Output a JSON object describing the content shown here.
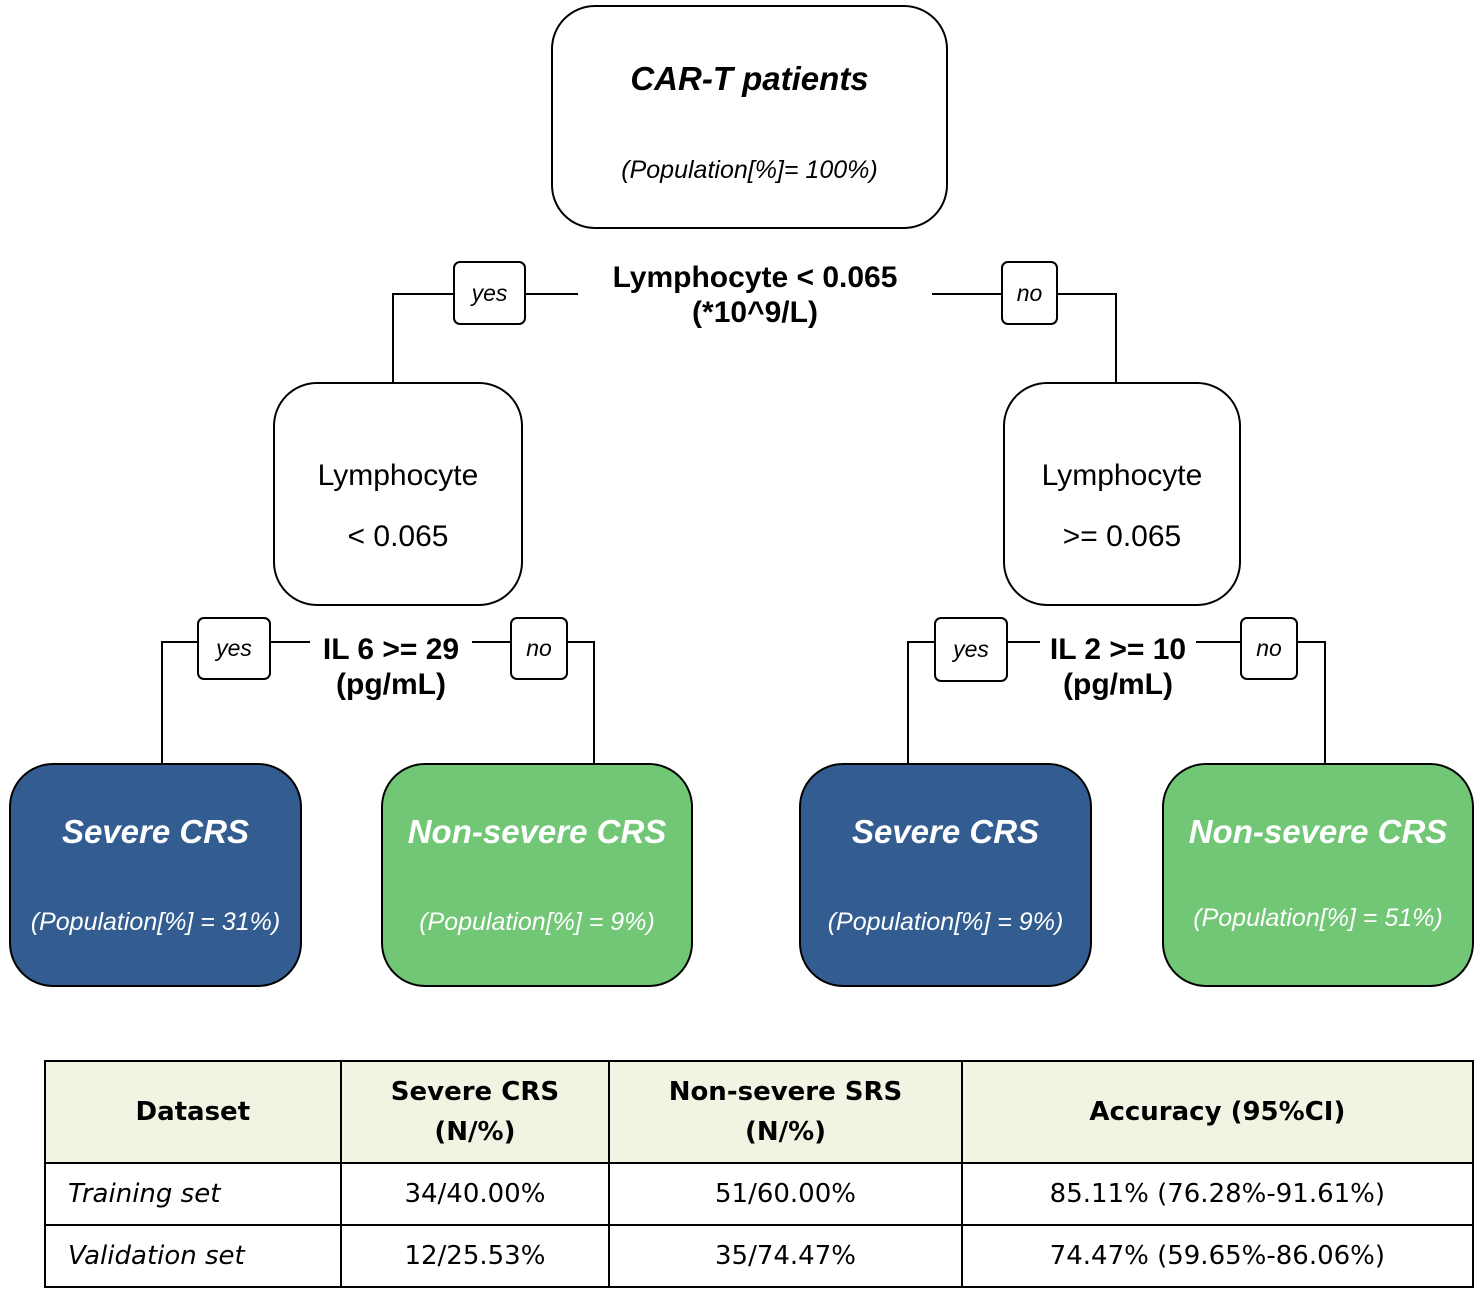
{
  "root": {
    "title": "CAR-T patients",
    "population": "(Population[%]= 100%)"
  },
  "split_root": {
    "line1": "Lymphocyte < 0.065",
    "line2": "(*10^9/L)",
    "yes": "yes",
    "no": "no"
  },
  "left_node": {
    "line1": "Lymphocyte",
    "line2": "< 0.065"
  },
  "right_node": {
    "line1": "Lymphocyte",
    "line2": ">= 0.065"
  },
  "split_left": {
    "line1": "IL 6 >= 29",
    "line2": "(pg/mL)",
    "yes": "yes",
    "no": "no"
  },
  "split_right": {
    "line1": "IL 2 >= 10",
    "line2": "(pg/mL)",
    "yes": "yes",
    "no": "no"
  },
  "leaves": [
    {
      "title": "Severe CRS",
      "population": "(Population[%] = 31%)",
      "color": "#335d91"
    },
    {
      "title": "Non-severe CRS",
      "population": "(Population[%] = 9%)",
      "color": "#72c776"
    },
    {
      "title": "Severe CRS",
      "population": "(Population[%] = 9%)",
      "color": "#335d91"
    },
    {
      "title": "Non-severe CRS",
      "population": "(Population[%] = 51%)",
      "color": "#72c776"
    }
  ],
  "table": {
    "headers": [
      {
        "line1": "Dataset",
        "line2": ""
      },
      {
        "line1": "Severe CRS",
        "line2": "(N/%)"
      },
      {
        "line1": "Non-severe SRS",
        "line2": "(N/%)"
      },
      {
        "line1": "Accuracy (95%CI)",
        "line2": ""
      }
    ],
    "rows": [
      [
        "Training set",
        "34/40.00%",
        "51/60.00%",
        "85.11% (76.28%-91.61%)"
      ],
      [
        "Validation set",
        "12/25.53%",
        "35/74.47%",
        "74.47% (59.65%-86.06%)"
      ]
    ],
    "header_bg": "#eff4e3"
  }
}
